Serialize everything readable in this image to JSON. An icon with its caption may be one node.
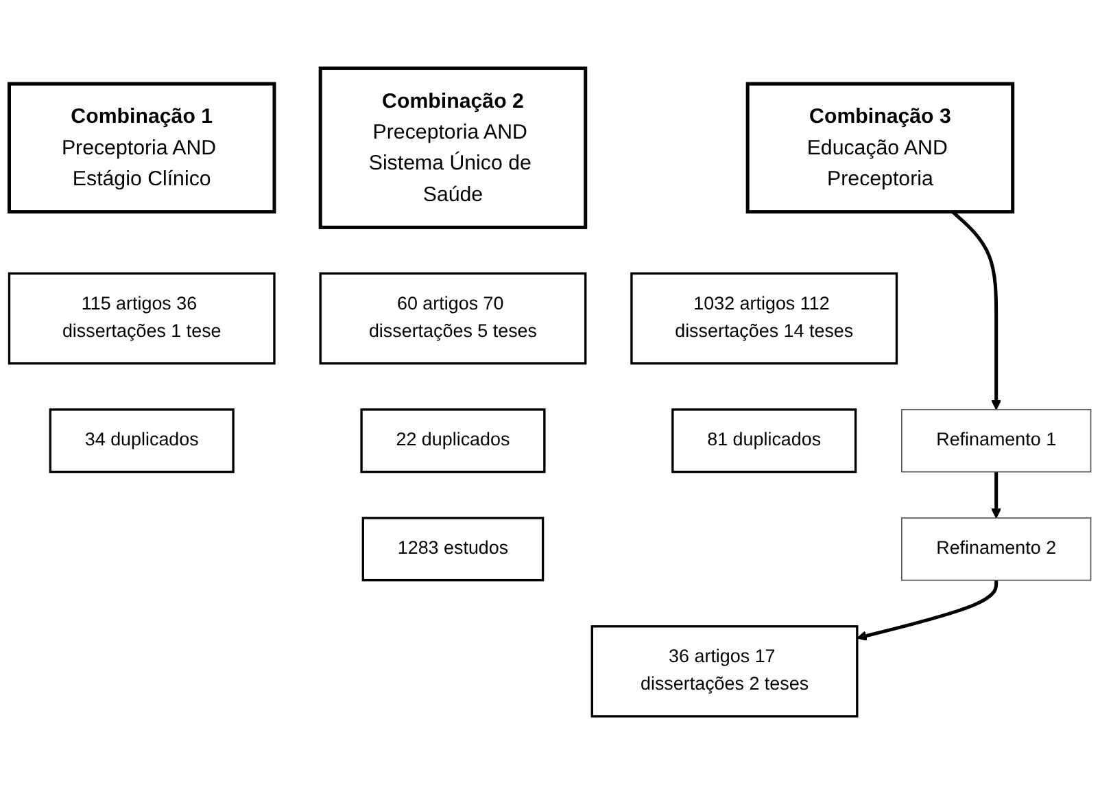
{
  "diagram": {
    "nodes": [
      {
        "text": [
          "Combinação 1",
          "Preceptoria AND Estágio Clínico"
        ]
      },
      {
        "text": [
          "Combinação 2",
          "Preceptoria AND Sistema Único de Saúde"
        ]
      },
      {
        "text": [
          "Combinação 3",
          "Educação AND Preceptoria"
        ]
      },
      {
        "text": [
          "115 artigos 36 dissertações 1 tese"
        ]
      },
      {
        "text": [
          "60 artigos 70 dissertações 5 teses"
        ]
      },
      {
        "text": [
          "1032 artigos 112 dissertações 14 teses"
        ]
      },
      {
        "text": [
          "34 duplicados"
        ]
      },
      {
        "text": [
          "22 duplicados"
        ]
      },
      {
        "text": [
          "81 duplicados"
        ]
      },
      {
        "text": [
          "Refinamento 1"
        ]
      },
      {
        "text": [
          "1283 estudos"
        ]
      },
      {
        "text": [
          "Refinamento 2"
        ]
      },
      {
        "text": [
          "36 artigos 17 dissertações 2 teses"
        ]
      }
    ],
    "edges": [
      {
        "from": 2,
        "to": 9,
        "arrow": "to"
      },
      {
        "from": 9,
        "to": 11,
        "arrow": "to"
      },
      {
        "from": 11,
        "to": 12,
        "arrow": "to"
      }
    ]
  }
}
